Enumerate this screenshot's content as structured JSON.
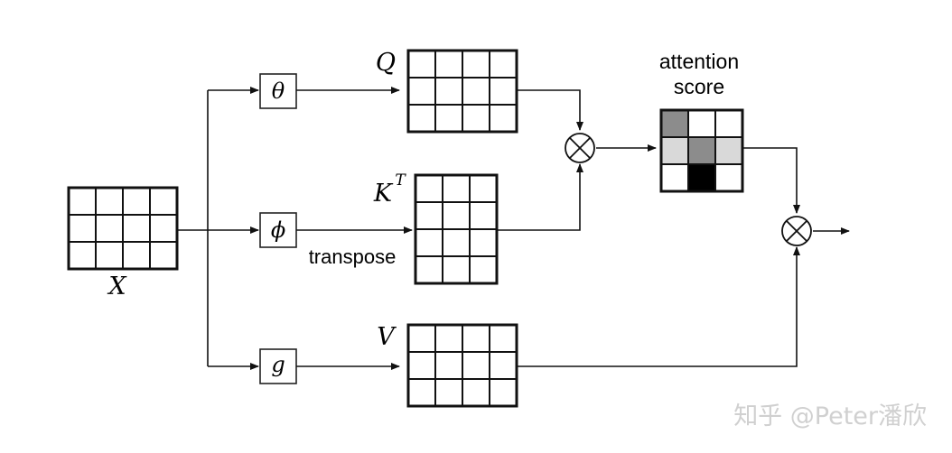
{
  "diagram": {
    "input_label": "X",
    "q_label": "Q",
    "k_label_base": "K",
    "k_label_sup": "T",
    "v_label": "V",
    "transpose_label": "transpose",
    "attention_line1": "attention",
    "attention_line2": "score",
    "theta_op": "θ",
    "phi_op": "ϕ",
    "g_op": "g",
    "multiply_symbol": "⊗"
  },
  "matrices": {
    "X": {
      "rows": 3,
      "cols": 4
    },
    "Q": {
      "rows": 3,
      "cols": 4
    },
    "KT": {
      "rows": 4,
      "cols": 3
    },
    "V": {
      "rows": 3,
      "cols": 4
    },
    "attention": {
      "rows": 3,
      "cols": 3,
      "cell_colors": [
        [
          "#8c8c8c",
          "#ffffff",
          "#ffffff"
        ],
        [
          "#d9d9d9",
          "#8c8c8c",
          "#d9d9d9"
        ],
        [
          "#ffffff",
          "#000000",
          "#ffffff"
        ]
      ]
    }
  },
  "watermark": "知乎 @Peter潘欣"
}
